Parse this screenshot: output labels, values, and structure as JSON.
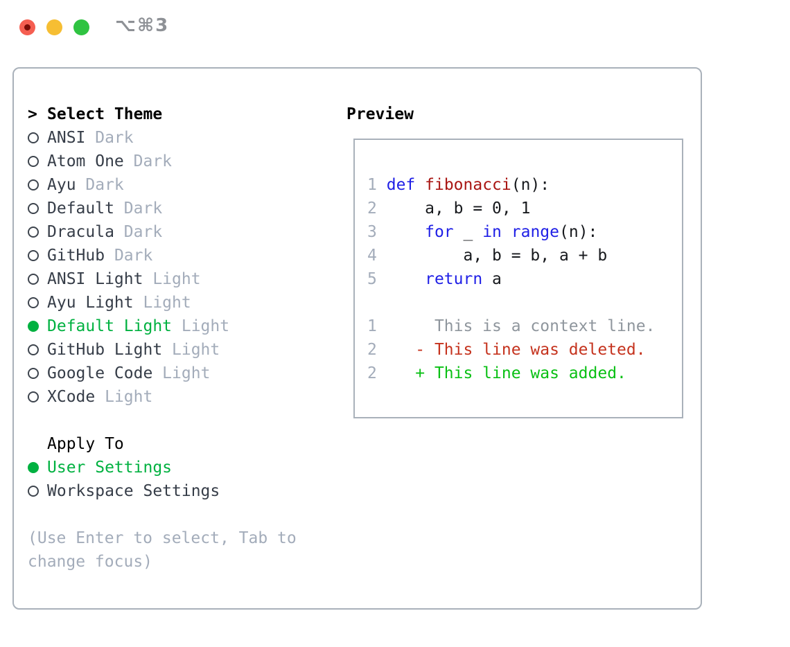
{
  "window": {
    "title": "⌥⌘3",
    "traffic_lights": {
      "close": "close-button",
      "minimize": "minimize-button",
      "zoom": "zoom-button"
    }
  },
  "theme_picker": {
    "cursor": ">",
    "header": "Select Theme",
    "items": [
      {
        "name": "ANSI",
        "variant": "Dark",
        "selected": false
      },
      {
        "name": "Atom One",
        "variant": "Dark",
        "selected": false
      },
      {
        "name": "Ayu",
        "variant": "Dark",
        "selected": false
      },
      {
        "name": "Default",
        "variant": "Dark",
        "selected": false
      },
      {
        "name": "Dracula",
        "variant": "Dark",
        "selected": false
      },
      {
        "name": "GitHub",
        "variant": "Dark",
        "selected": false
      },
      {
        "name": "ANSI Light",
        "variant": "Light",
        "selected": false
      },
      {
        "name": "Ayu Light",
        "variant": "Light",
        "selected": false
      },
      {
        "name": "Default Light",
        "variant": "Light",
        "selected": true
      },
      {
        "name": "GitHub Light",
        "variant": "Light",
        "selected": false
      },
      {
        "name": "Google Code",
        "variant": "Light",
        "selected": false
      },
      {
        "name": "XCode",
        "variant": "Light",
        "selected": false
      }
    ],
    "apply_to": {
      "header": "Apply To",
      "options": [
        {
          "label": "User Settings",
          "selected": true
        },
        {
          "label": "Workspace Settings",
          "selected": false
        }
      ]
    },
    "hint": "(Use Enter to select, Tab to change focus)"
  },
  "preview": {
    "header": "Preview",
    "lines": [
      [
        [
          "ln",
          "1"
        ],
        [
          "p",
          " "
        ],
        [
          "kw",
          "def"
        ],
        [
          "p",
          " "
        ],
        [
          "fn",
          "fibonacci"
        ],
        [
          "p",
          "(n):"
        ]
      ],
      [
        [
          "ln",
          "2"
        ],
        [
          "p",
          "     a, b = 0, 1"
        ]
      ],
      [
        [
          "ln",
          "3"
        ],
        [
          "p",
          "     "
        ],
        [
          "kw",
          "for"
        ],
        [
          "p",
          " _ "
        ],
        [
          "kw",
          "in"
        ],
        [
          "p",
          " "
        ],
        [
          "kw",
          "range"
        ],
        [
          "p",
          "(n):"
        ]
      ],
      [
        [
          "ln",
          "4"
        ],
        [
          "p",
          "         a, b = b, a + b"
        ]
      ],
      [
        [
          "ln",
          "5"
        ],
        [
          "p",
          "     "
        ],
        [
          "kw",
          "return"
        ],
        [
          "p",
          " a"
        ]
      ],
      [],
      [
        [
          "ln",
          "1"
        ],
        [
          "ctx",
          "      This is a context line."
        ]
      ],
      [
        [
          "ln",
          "2"
        ],
        [
          "del",
          "    - This line was deleted."
        ]
      ],
      [
        [
          "ln",
          "2"
        ],
        [
          "add",
          "    + This line was added."
        ]
      ]
    ]
  },
  "colors": {
    "green": "#00b140",
    "kw": "#1f1fe6",
    "fn": "#a91613",
    "del": "#c5331e",
    "add": "#09c014",
    "dim": "#a3acba",
    "ln": "#a3acba",
    "ctx": "#8f969d",
    "item": "#363d48",
    "code": "#17191d",
    "border": "#a9b1ba",
    "title": "#8e9196",
    "tl-close": "#f55e51",
    "tl-dot": "#7a0c07",
    "tl-min": "#f6be33",
    "tl-max": "#2fc341"
  }
}
